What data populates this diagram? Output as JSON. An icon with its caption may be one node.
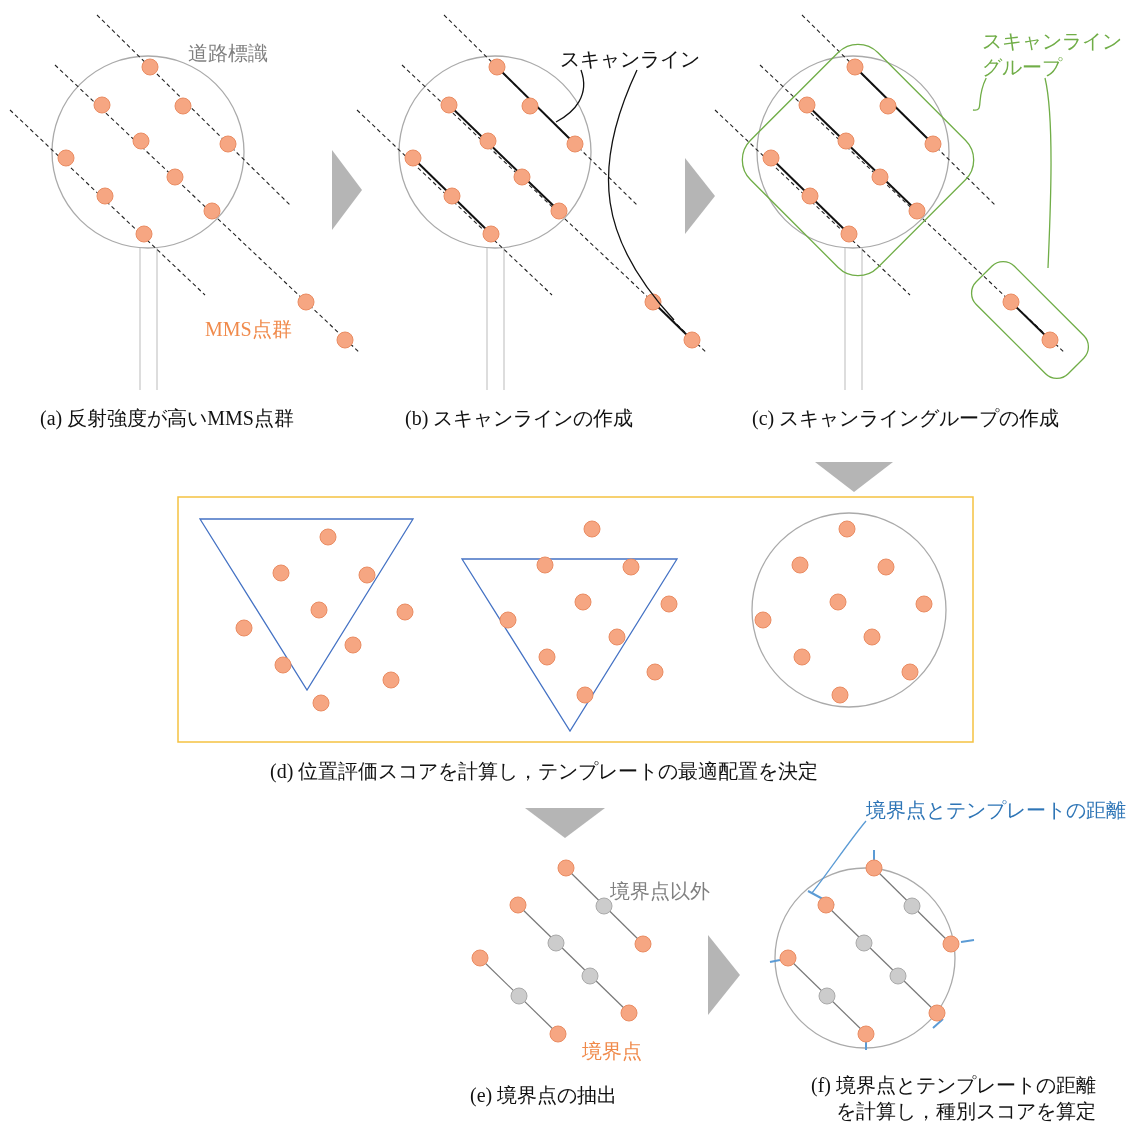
{
  "diagram": {
    "nodes": [
      {
        "text": [
          "スキャンライン"
        ]
      },
      {
        "text": [],
        "shape": "line"
      },
      {
        "text": [],
        "shape": "line"
      },
      {
        "text": [
          "スキャンライングループ"
        ]
      },
      {
        "text": [],
        "shape": "box"
      },
      {
        "text": [],
        "shape": "box"
      },
      {
        "text": [
          "境界点とテンプレートの距離"
        ]
      },
      {
        "text": [],
        "shape": "line"
      }
    ],
    "edges": [
      {
        "from": 0,
        "to": 1,
        "arrow": "none"
      },
      {
        "from": 0,
        "to": 2,
        "arrow": "none"
      },
      {
        "from": 3,
        "to": 4,
        "arrow": "none",
        "color": "#70ad47"
      },
      {
        "from": 3,
        "to": 5,
        "arrow": "none",
        "color": "#70ad47"
      },
      {
        "from": 6,
        "to": 7,
        "arrow": "none",
        "color": "#5b9bd5"
      }
    ],
    "labels": [
      "道路標識",
      "MMS点群",
      "(a) 反射強度が高いMMS点群",
      "(b) スキャンラインの作成",
      "(c) スキャンライングループの作成",
      "(d) 位置評価スコアを計算し，テンプレートの最適配置を決定",
      "境界点以外",
      "境界点",
      "(e) 境界点の抽出",
      "(f) 境界点とテンプレートの距離を計算し，種別スコアを算定"
    ]
  }
}
